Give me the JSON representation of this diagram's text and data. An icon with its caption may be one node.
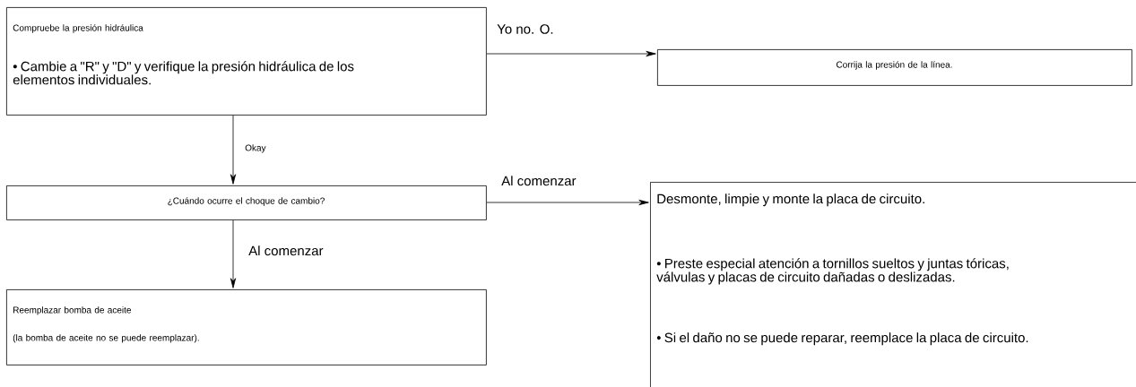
{
  "diagram": {
    "nodes": [
      {
        "text": [
          "Compruebe la presión hidráulica",
          "• Cambie a \"R\" y \"D\" y verifique la presión hidráulica de los elementos individuales."
        ]
      },
      {
        "text": [
          "Corrija la presión de la línea."
        ]
      },
      {
        "text": [
          "¿Cuándo ocurre el choque de cambio?"
        ]
      },
      {
        "text": [
          "Desmonte, limpie y monte la placa de circuito.",
          "• Preste especial atención a tornillos sueltos y juntas tóricas, válvulas y placas de circuito dañadas o deslizadas.",
          "• Si el daño no se puede reparar, reemplace la placa de circuito."
        ]
      },
      {
        "text": [
          "Reemplazar bomba de aceite",
          "(la bomba de aceite no se puede reemplazar)."
        ]
      }
    ],
    "edges": [
      {
        "from": 0,
        "to": 1,
        "arrow": "to",
        "label": "Yo no. O."
      },
      {
        "from": 0,
        "to": 2,
        "arrow": "to",
        "label": "Okay"
      },
      {
        "from": 2,
        "to": 3,
        "arrow": "to",
        "label": "Al comenzar"
      },
      {
        "from": 2,
        "to": 4,
        "arrow": "to",
        "label": "Al comenzar"
      }
    ]
  }
}
